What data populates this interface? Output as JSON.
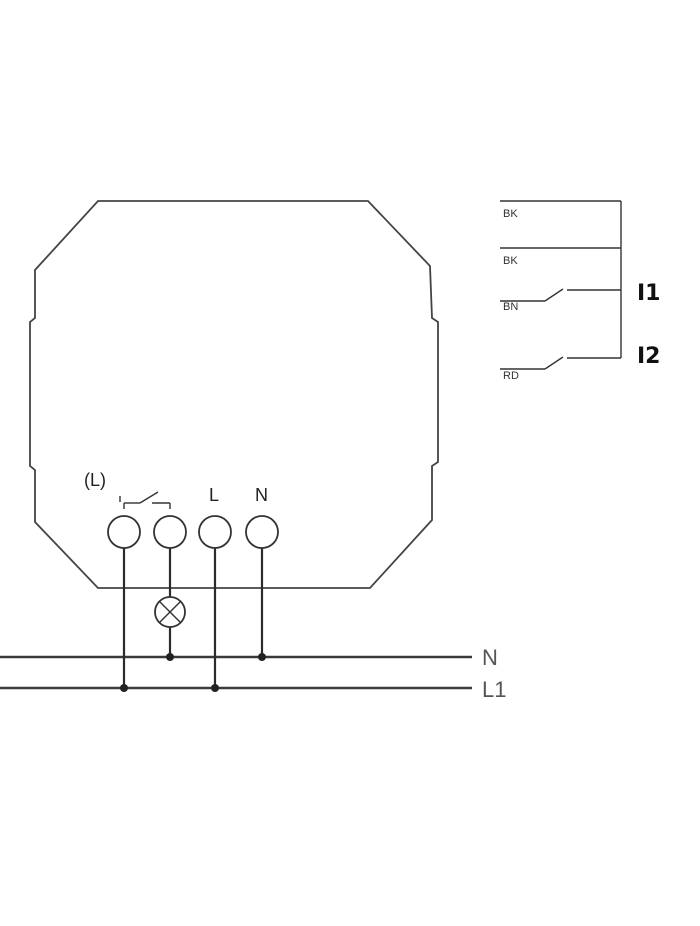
{
  "device": {
    "terminals": {
      "switched_load": "(L)",
      "live": "L",
      "neutral": "N"
    },
    "load_symbol_icon": "lamp-icon",
    "relay_symbol_icon": "relay-contact-icon"
  },
  "bus_lines": {
    "neutral": "N",
    "live": "L1"
  },
  "inputs": {
    "wires": [
      "BK",
      "BK",
      "BN",
      "RD"
    ],
    "input_1": "I1",
    "input_2": "I2"
  }
}
